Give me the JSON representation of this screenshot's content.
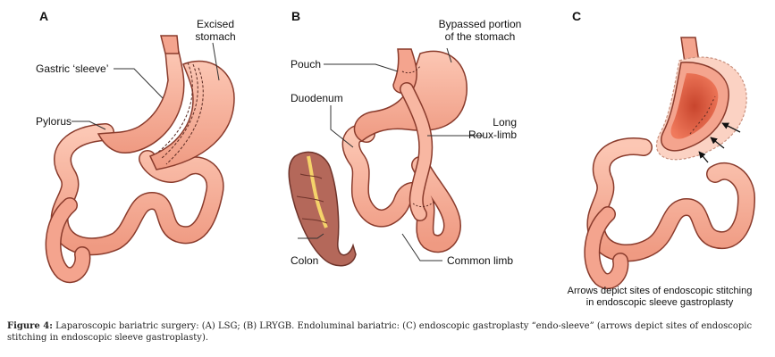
{
  "panels": {
    "a": {
      "letter": "A",
      "labels": {
        "excised": [
          "Excised",
          "stomach"
        ],
        "sleeve": "Gastric ‘sleeve’",
        "pylorus": "Pylorus"
      }
    },
    "b": {
      "letter": "B",
      "labels": {
        "bypassed": [
          "Bypassed portion",
          "of the stomach"
        ],
        "pouch": "Pouch",
        "duodenum": "Duodenum",
        "roux": [
          "Long",
          "Roux-limb"
        ],
        "colon": "Colon",
        "common": "Common limb"
      }
    },
    "c": {
      "letter": "C",
      "note": [
        "Arrows depict sites of endoscopic stitching",
        "in endoscopic sleeve gastroplasty"
      ]
    }
  },
  "caption": {
    "label": "Figure 4:",
    "text": " Laparoscopic bariatric surgery: (A) LSG; (B) LRYGB. Endoluminal bariatric: (C) endoscopic gastroplasty “endo-sleeve” (arrows depict sites of endoscopic stitching in endoscopic sleeve gastroplasty)."
  },
  "colors": {
    "tissue": "#f4a48e",
    "tissue_light": "#fbd2c3",
    "outline": "#8a3b2c",
    "colon": "#b4685a",
    "staple": "#5a2a22",
    "lumen": "#d9573c"
  }
}
